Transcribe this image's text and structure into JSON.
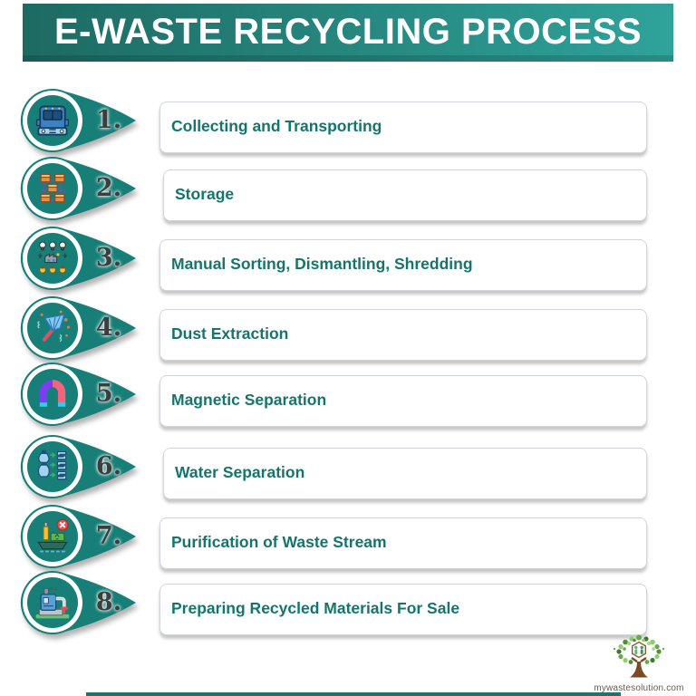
{
  "header": {
    "title": "E-WASTE RECYCLING PROCESS"
  },
  "steps": [
    {
      "number": "1.",
      "label": "Collecting and Transporting",
      "icon": "truck-icon"
    },
    {
      "number": "2.",
      "label": "Storage",
      "icon": "storage-boxes-icon"
    },
    {
      "number": "3.",
      "label": "Manual Sorting, Dismantling, Shredding",
      "icon": "sorting-factory-icon"
    },
    {
      "number": "4.",
      "label": "Dust Extraction",
      "icon": "duster-icon"
    },
    {
      "number": "5.",
      "label": "Magnetic Separation",
      "icon": "magnet-icon"
    },
    {
      "number": "6.",
      "label": "Water Separation",
      "icon": "water-bottle-icon"
    },
    {
      "number": "7.",
      "label": "Purification of Waste Stream",
      "icon": "waste-ship-icon"
    },
    {
      "number": "8.",
      "label": "Preparing Recycled Materials For Sale",
      "icon": "recycling-plant-icon"
    }
  ],
  "footer": {
    "logo_text": "mywastesolution.com"
  },
  "colors": {
    "banner_gradient_start": "#1d6a62",
    "banner_gradient_end": "#2fa39b",
    "marker_teal": "#177f78",
    "label_text": "#15756c",
    "number_text": "#3d3d3d",
    "bottom_bar": "#1b756e"
  }
}
